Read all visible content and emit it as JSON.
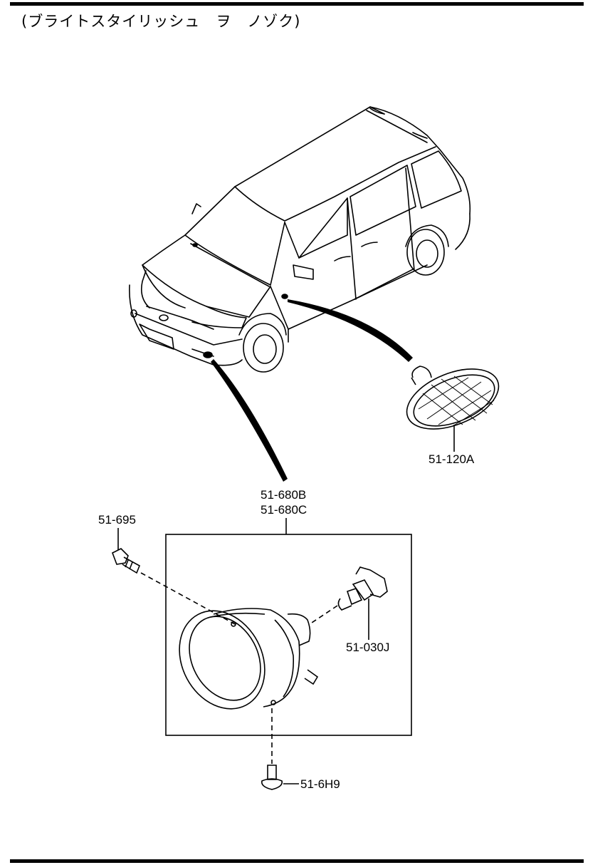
{
  "header": {
    "title": "(ブライトスタイリッシュ　ヲ　ノゾク)"
  },
  "callouts": {
    "side_lamp": "51-120A",
    "fog_lamp_b": "51-680B",
    "fog_lamp_c": "51-680C",
    "adjust_screw": "51-695",
    "bulb": "51-030J",
    "mount_screw": "51-6H9"
  }
}
